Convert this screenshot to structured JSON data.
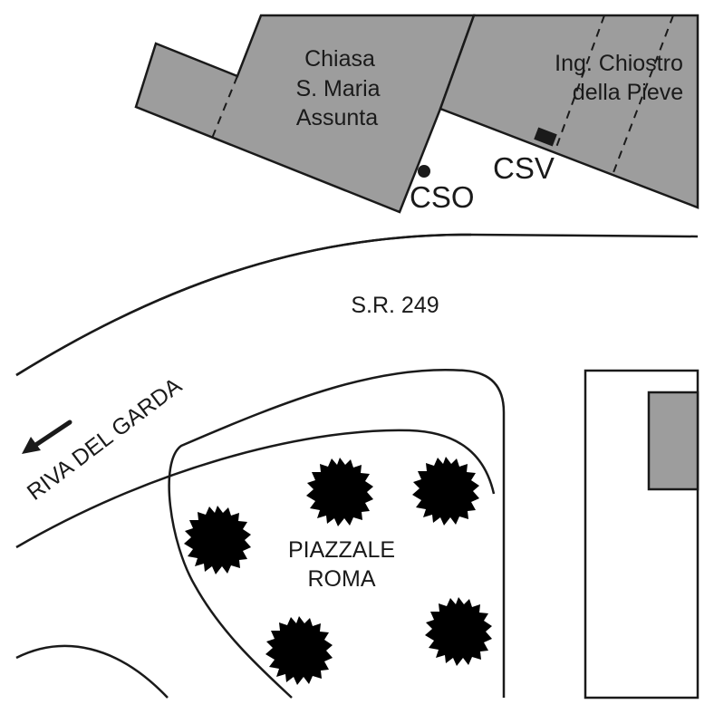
{
  "map": {
    "colors": {
      "building_fill": "#9d9d9d",
      "outline": "#1a1a1a",
      "tree": "#5cb848",
      "background": "#ffffff"
    },
    "buildings": {
      "church_line1": "Chiasa",
      "church_line2": "S. Maria",
      "church_line3": "Assunta",
      "cloister_line1": "Ing. Chiostro",
      "cloister_line2": "della Pieve"
    },
    "markers": {
      "cso_label": "CSO",
      "csv_label": "CSV"
    },
    "roads": {
      "main_road_label": "S.R. 249",
      "direction_label": "RIVA DEL GARDA",
      "direction_icon": "arrow-left-down"
    },
    "square": {
      "label_line1": "PIAZZALE",
      "label_line2": "ROMA",
      "tree_icon": "tree-icon"
    }
  }
}
